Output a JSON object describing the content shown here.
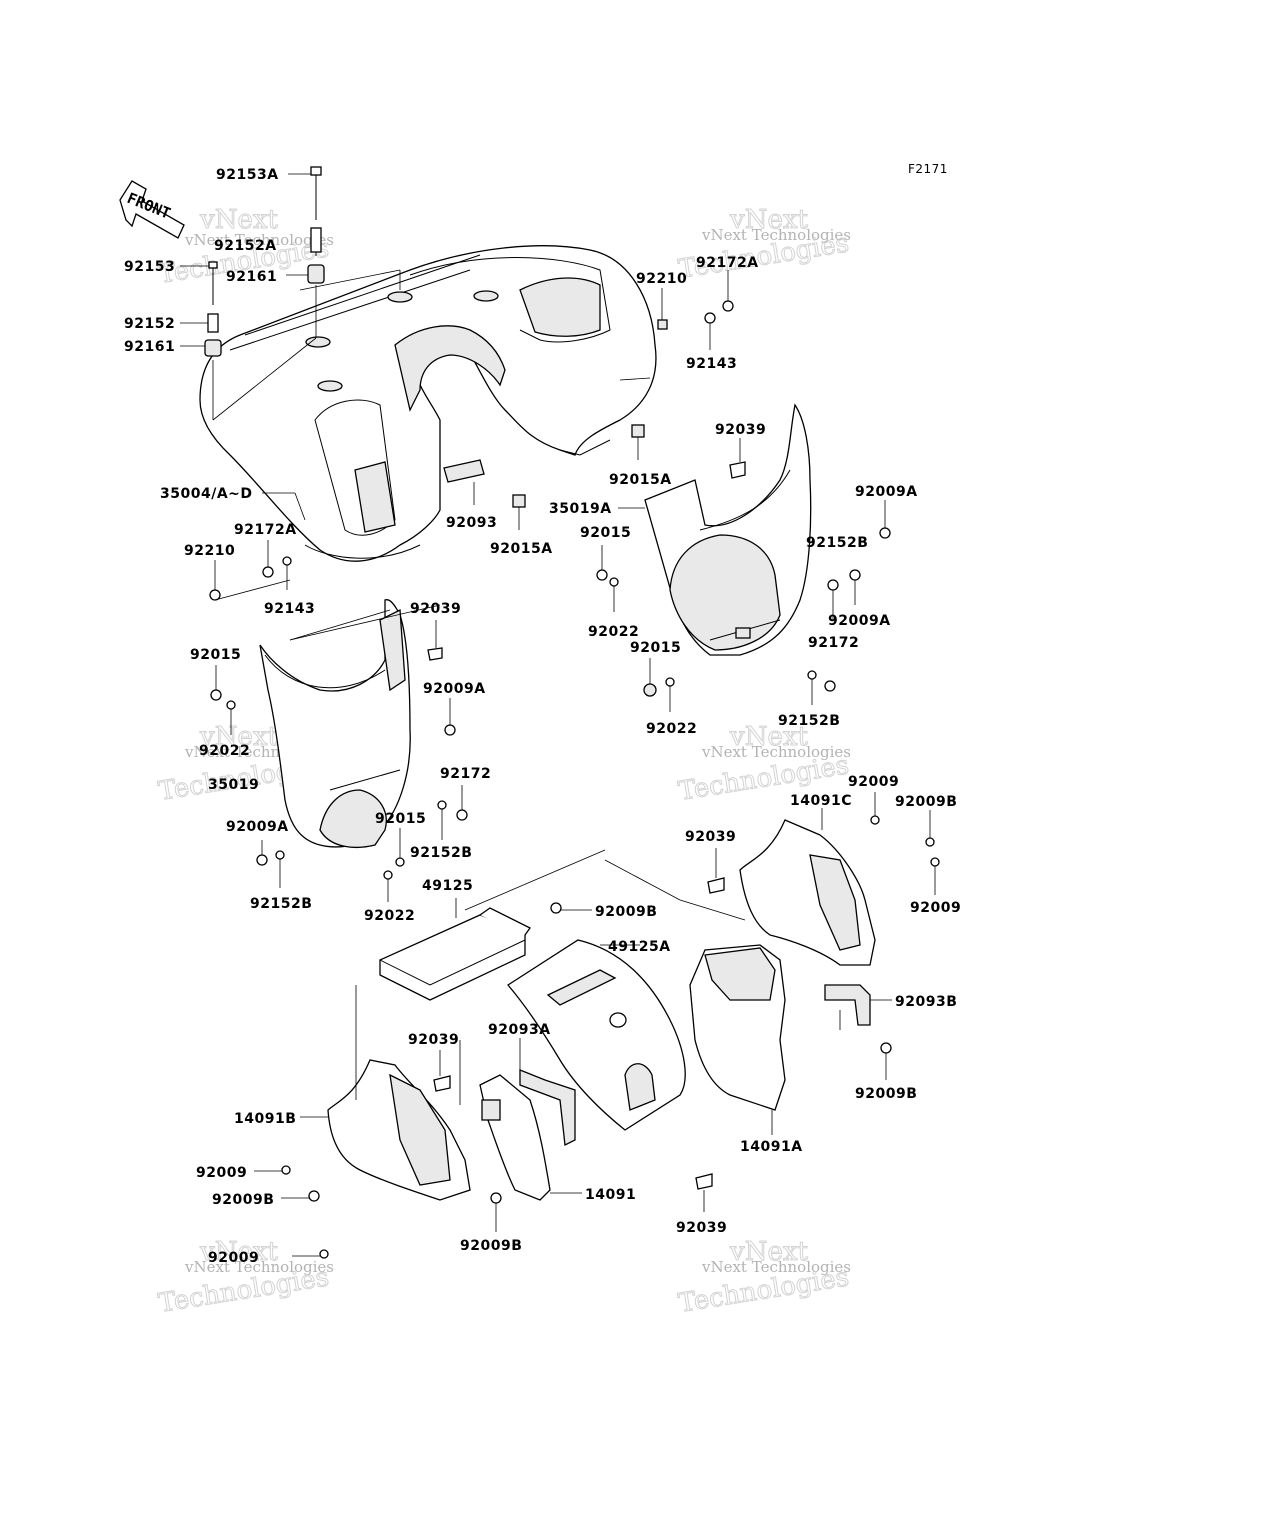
{
  "figure_code": "F2171",
  "front_label": "FRONT",
  "watermark": {
    "line1": "vNext Technologies",
    "line2": "Technologies",
    "line3": "vNext"
  },
  "labels": {
    "l_92153A": "92153A",
    "l_92152A": "92152A",
    "l_92153": "92153",
    "l_92161_top": "92161",
    "l_92152": "92152",
    "l_92161": "92161",
    "l_92210_tr": "92210",
    "l_92172A_tr": "92172A",
    "l_92143_tr": "92143",
    "l_92039_r": "92039",
    "l_92015A_r": "92015A",
    "l_92009A_r": "92009A",
    "l_35004": "35004/A~D",
    "l_92093": "92093",
    "l_92015A_c": "92015A",
    "l_35019A": "35019A",
    "l_92015_r": "92015",
    "l_92152B_r1": "92152B",
    "l_92172A_l": "92172A",
    "l_92210_l": "92210",
    "l_92143_l": "92143",
    "l_92039_l": "92039",
    "l_92009A_r2": "92009A",
    "l_92022_r1": "92022",
    "l_92015_l": "92015",
    "l_92009A_l": "92009A",
    "l_92015_r2": "92015",
    "l_92172_r": "92172",
    "l_92022_r2": "92022",
    "l_92152B_r2": "92152B",
    "l_92022_l": "92022",
    "l_35019": "35019",
    "l_92172_l": "92172",
    "l_92009_r1": "92009",
    "l_14091C": "14091C",
    "l_92009B_r1": "92009B",
    "l_92009A_l2": "92009A",
    "l_92015_l2": "92015",
    "l_92152B_l1": "92152B",
    "l_92039_m": "92039",
    "l_92152B_l2": "92152B",
    "l_92022_l2": "92022",
    "l_49125": "49125",
    "l_92009B_m": "92009B",
    "l_92009_r2": "92009",
    "l_49125A": "49125A",
    "l_92093B": "92093B",
    "l_92093A": "92093A",
    "l_92039_b": "92039",
    "l_92009B_r2": "92009B",
    "l_14091B": "14091B",
    "l_14091A": "14091A",
    "l_92009_b1": "92009",
    "l_14091": "14091",
    "l_92009B_b1": "92009B",
    "l_92039_b2": "92039",
    "l_92009B_b2": "92009B",
    "l_92009_b2": "92009"
  }
}
